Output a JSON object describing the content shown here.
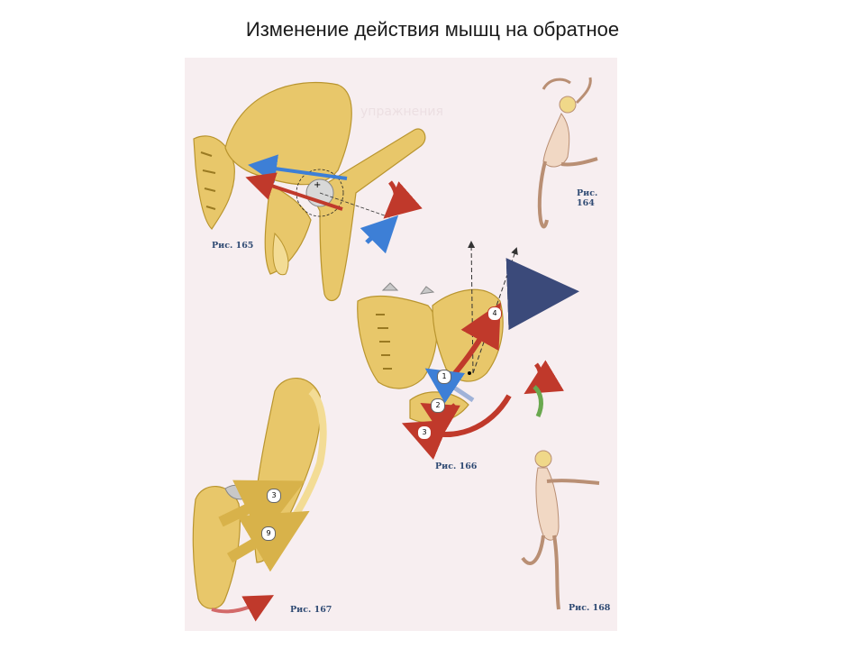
{
  "slide": {
    "title": "Изменение действия мышц на обратное"
  },
  "figures": [
    {
      "id": "fig-164",
      "caption": "Рис. 164"
    },
    {
      "id": "fig-165",
      "caption": "Рис. 165"
    },
    {
      "id": "fig-166",
      "caption": "Рис. 166",
      "markers": [
        "1",
        "2",
        "3",
        "4"
      ]
    },
    {
      "id": "fig-167",
      "caption": "Рис. 167",
      "markers": [
        "3",
        "9"
      ]
    },
    {
      "id": "fig-168",
      "caption": "Рис. 168"
    }
  ],
  "colors": {
    "bone": "#e8c76a",
    "bone_edge": "#b9952f",
    "red_arrow": "#c0392b",
    "blue_arrow": "#3d7fd6",
    "navy_arrow": "#3b4a7a",
    "caption": "#2f4a73"
  }
}
